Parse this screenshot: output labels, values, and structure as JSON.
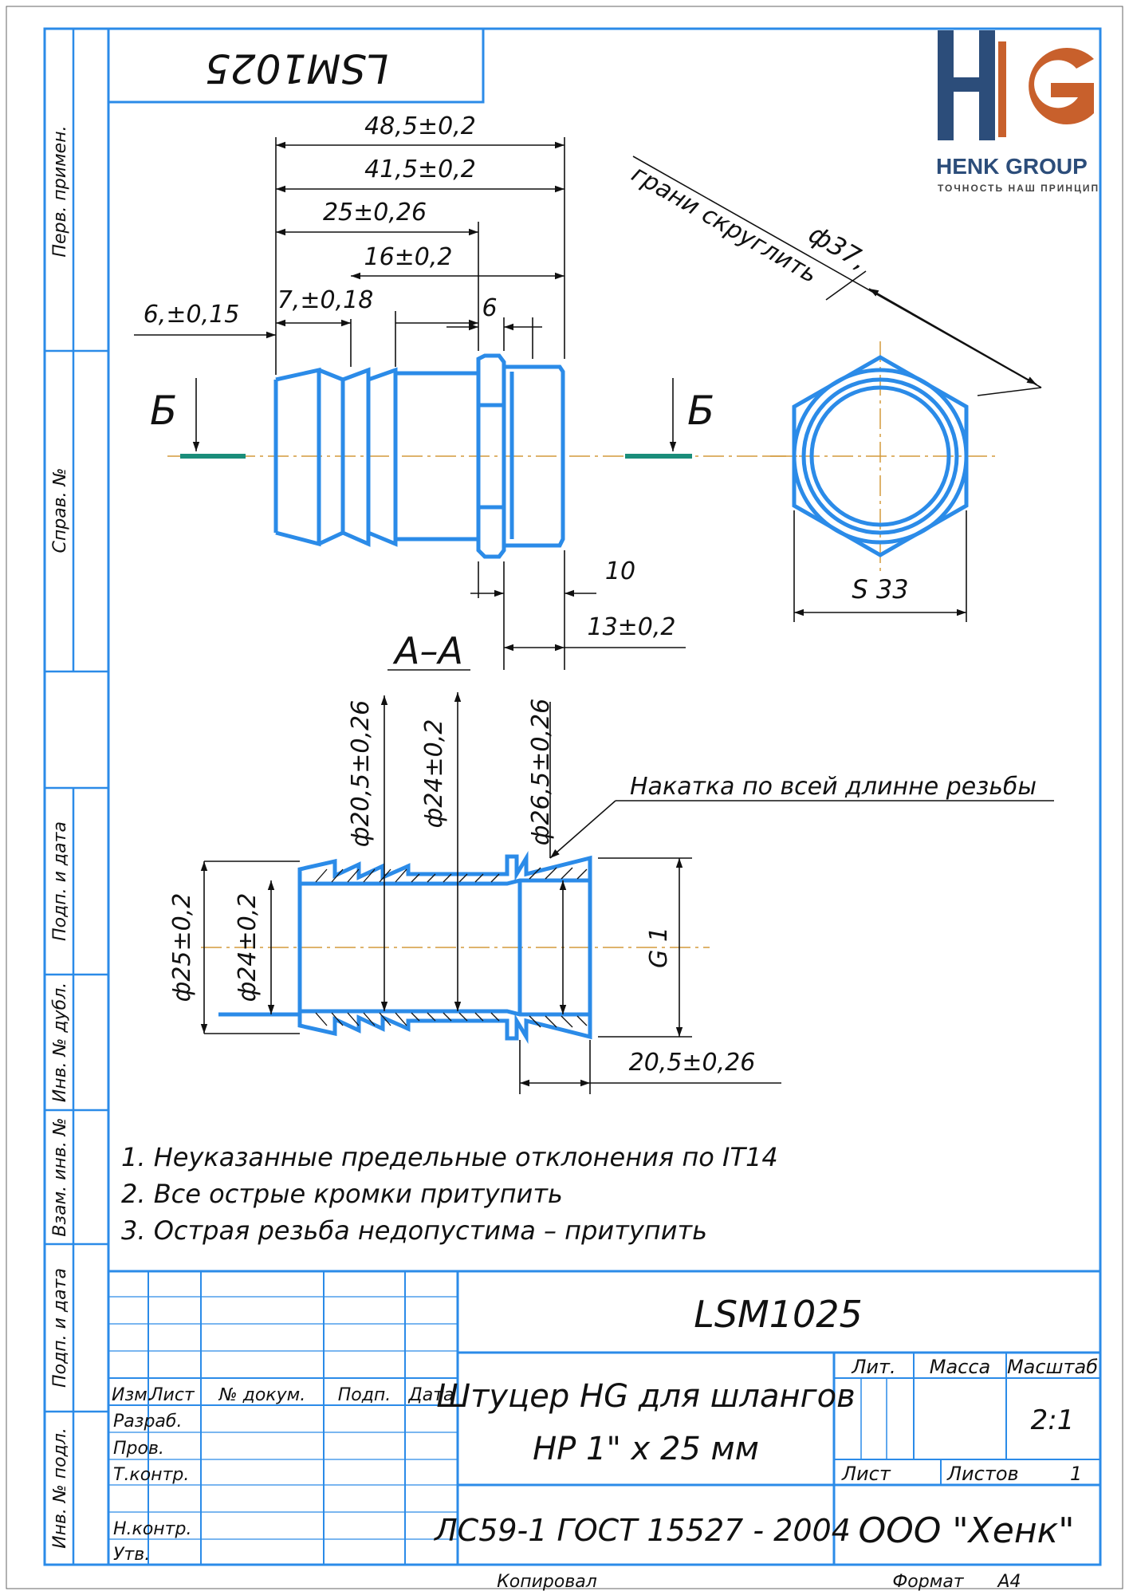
{
  "drawing": {
    "code": "LSM1025",
    "code_rotated": "LSM1025",
    "section_label": "А–А",
    "cut_label_left": "Б",
    "cut_label_right": "Б",
    "note_edges": "грани скруглить",
    "note_knurl": "Накатка по всей длинне резьбы"
  },
  "logo": {
    "letters": "HG",
    "company": "HENK GROUP",
    "slogan": "ТОЧНОСТЬ НАШ ПРИНЦИП",
    "colors": {
      "h": "#2c4d7a",
      "g": "#c8602c"
    }
  },
  "dimensions": {
    "d_48_5": "48,5±0,2",
    "d_41_5": "41,5±0,2",
    "d_25": "25±0,26",
    "d_16": "16±0,2",
    "d_7": "7,±0,18",
    "d_6_015": "6,±0,15",
    "d_6": "6",
    "d_10": "10",
    "d_13": "13±0,2",
    "d_37": "ф37,",
    "d_s33": "S 33",
    "d_20_5_dia": "ф20,5±0,26",
    "d_24_dia_top": "ф24±0,2",
    "d_26_5_dia": "ф26,5±0,26",
    "d_25_dia": "ф25±0,2",
    "d_24_dia_left": "ф24±0,2",
    "d_g1": "G 1",
    "d_20_5_len": "20,5±0,26"
  },
  "notes": [
    "1. Неуказанные предельные отклонения по IT14",
    "2. Все острые кромки притупить",
    "3. Острая резьба недопустима – притупить"
  ],
  "side_stamp": [
    "Перв. примен.",
    "Справ. №",
    "Подп. и дата",
    "Инв. № дубл.",
    "Взам. инв. №",
    "Подп. и дата",
    "Инв. № подл."
  ],
  "title_block": {
    "code": "LSM1025",
    "name_line1": "Штуцер HG для шлангов",
    "name_line2": "НР 1\" х 25 мм",
    "material": "ЛС59-1 ГОСТ 15527 - 2004",
    "company": "ООО \"Хенк\"",
    "lit": "Лит.",
    "mass": "Масса",
    "scale_label": "Масштаб",
    "scale_value": "2:1",
    "sheet": "Лист",
    "sheets": "Листов",
    "sheets_value": "1",
    "headers": [
      "Изм.",
      "Лист",
      "№ докум.",
      "Подп.",
      "Дата"
    ],
    "roles": [
      "Разраб.",
      "Пров.",
      "Т.контр.",
      "Н.контр.",
      "Утв."
    ],
    "copied": "Копировал",
    "format_label": "Формат",
    "format_value": "А4"
  }
}
